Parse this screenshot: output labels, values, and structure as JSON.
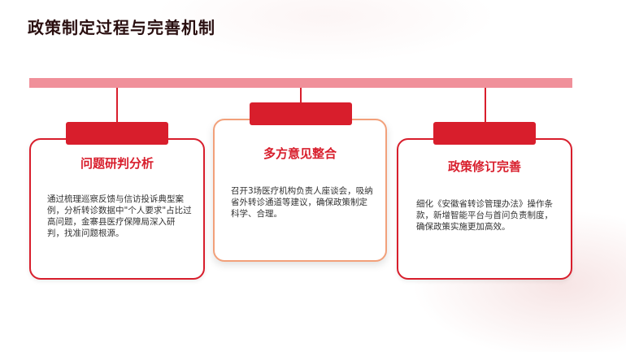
{
  "page": {
    "title": "政策制定过程与完善机制"
  },
  "cards": [
    {
      "heading": "问题研判分析",
      "body": "通过梳理巡察反馈与信访投诉典型案例，分析转诊数据中\"个人要求\"占比过高问题，金寨县医疗保障局深入研判，找准问题根源。"
    },
    {
      "heading": "多方意见整合",
      "body": "召开3场医疗机构负责人座谈会，吸纳省外转诊通道等建议，确保政策制定科学、合理。"
    },
    {
      "heading": "政策修订完善",
      "body": "细化《安徽省转诊管理办法》操作条款，新增智能平台与首问负责制度，确保政策实施更加高效。"
    }
  ],
  "colors": {
    "accent": "#d81e2c",
    "timeline": "#f0909a",
    "highlight_border": "#f2a07a"
  }
}
